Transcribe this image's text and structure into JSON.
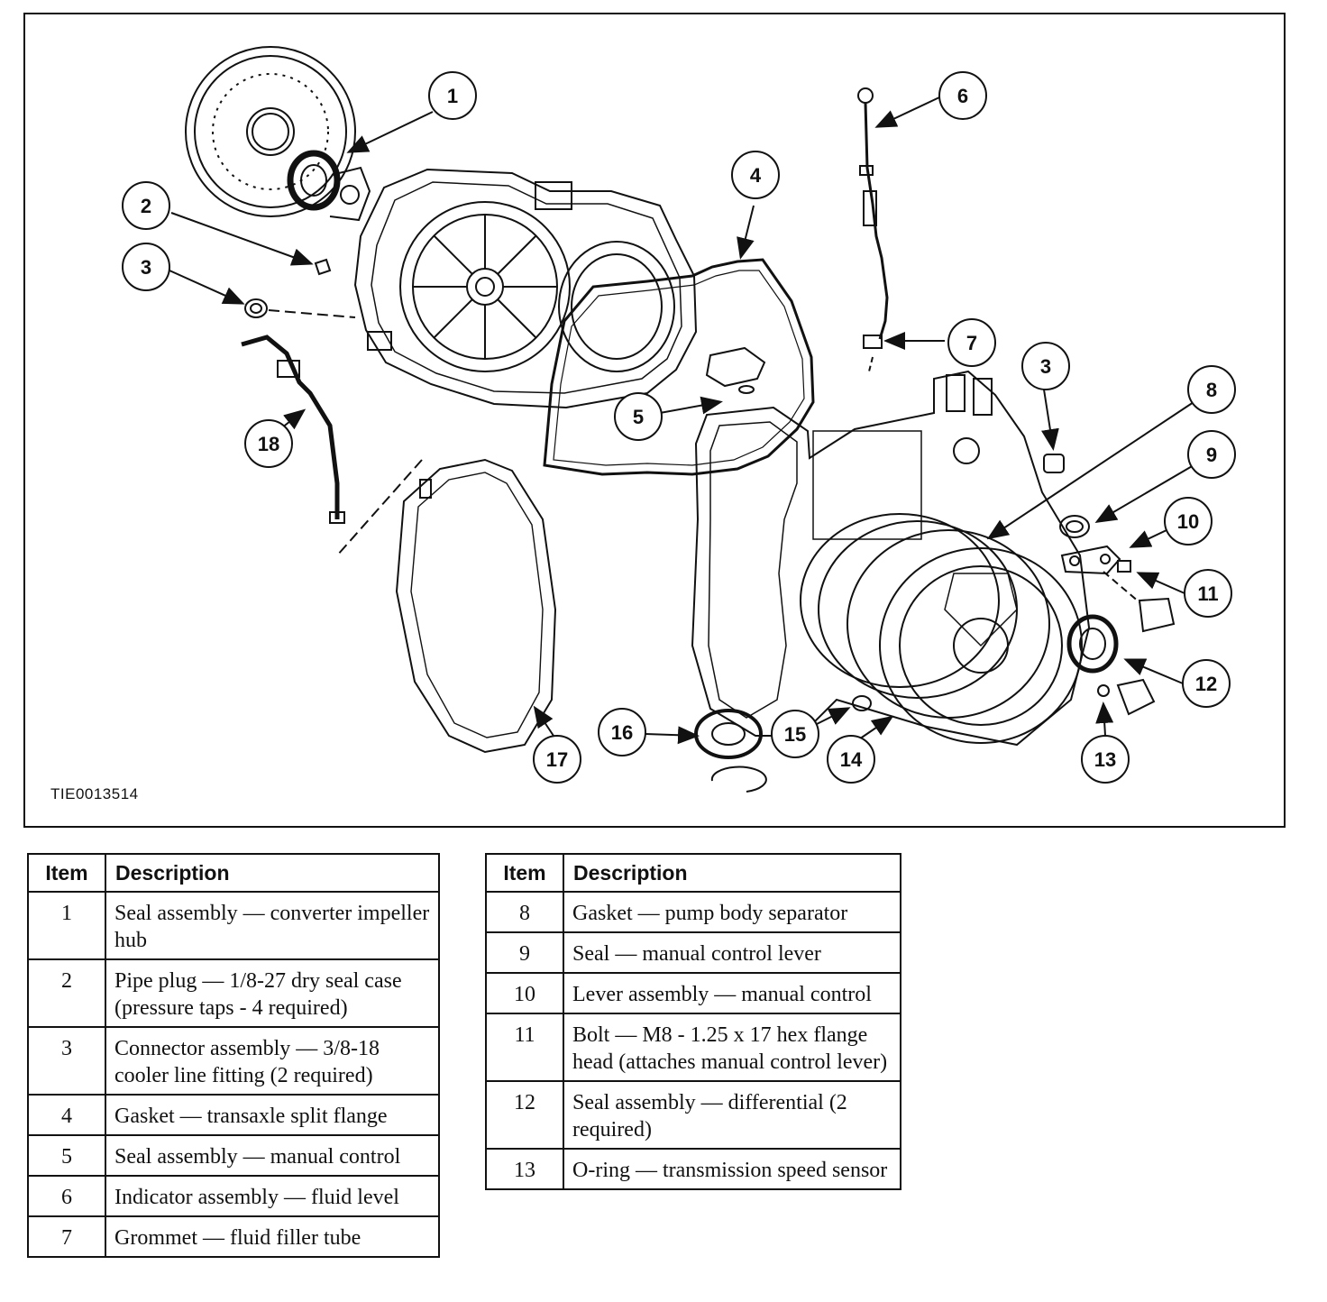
{
  "figure": {
    "id_label": "TIE0013514",
    "callouts": [
      "1",
      "2",
      "3",
      "4",
      "5",
      "6",
      "7",
      "3",
      "8",
      "9",
      "10",
      "11",
      "12",
      "13",
      "14",
      "15",
      "16",
      "17",
      "18"
    ]
  },
  "table_headers": {
    "item": "Item",
    "description": "Description"
  },
  "table_left": [
    {
      "item": "1",
      "description": "Seal assembly — converter impeller hub"
    },
    {
      "item": "2",
      "description": "Pipe plug — 1/8-27 dry seal case (pressure taps - 4 required)"
    },
    {
      "item": "3",
      "description": "Connector assembly — 3/8-18 cooler line fitting (2 required)"
    },
    {
      "item": "4",
      "description": "Gasket — transaxle split flange"
    },
    {
      "item": "5",
      "description": "Seal assembly — manual control"
    },
    {
      "item": "6",
      "description": "Indicator assembly — fluid level"
    },
    {
      "item": "7",
      "description": "Grommet — fluid filler tube"
    }
  ],
  "table_right": [
    {
      "item": "8",
      "description": "Gasket — pump body separator"
    },
    {
      "item": "9",
      "description": "Seal — manual control lever"
    },
    {
      "item": "10",
      "description": "Lever assembly — manual control"
    },
    {
      "item": "11",
      "description": "Bolt — M8 - 1.25 x 17 hex flange head (attaches manual control lever)"
    },
    {
      "item": "12",
      "description": "Seal assembly — differential (2 required)"
    },
    {
      "item": "13",
      "description": "O-ring — transmission speed sensor"
    }
  ]
}
